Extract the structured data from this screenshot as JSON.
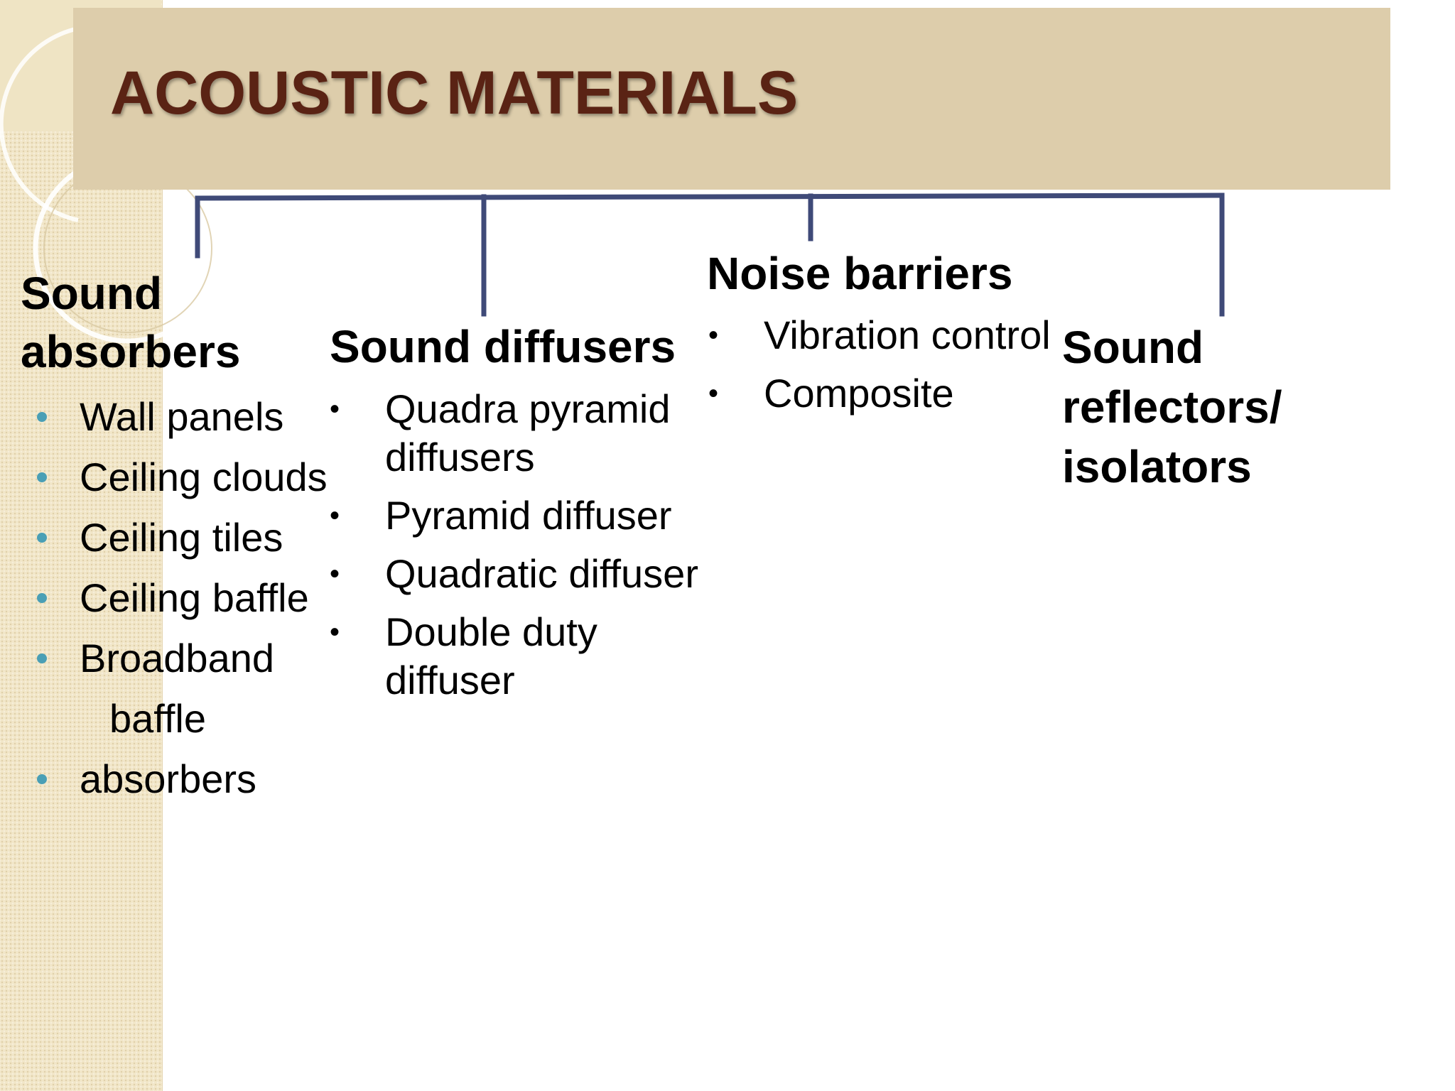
{
  "slide": {
    "title": "ACOUSTIC MATERIALS"
  },
  "colors": {
    "title_text": "#5a2314",
    "title_bar": "#ddcdab",
    "connector": "#3f4a78",
    "absorber_bullet": "#4a9fb5",
    "side_strip": "#f1e6c8"
  },
  "categories": {
    "absorbers": {
      "heading_line1": "Sound",
      "heading_line2": "absorbers",
      "items": [
        "Wall panels",
        "Ceiling clouds",
        "Ceiling tiles",
        "Ceiling baffle",
        "Broadband",
        "baffle",
        "absorbers"
      ]
    },
    "diffusers": {
      "heading": "Sound diffusers",
      "items": [
        {
          "line1": "Quadra pyramid",
          "line2": "diffusers"
        },
        {
          "line1": "Pyramid diffuser"
        },
        {
          "line1": "Quadratic diffuser"
        },
        {
          "line1": "Double duty",
          "line2": "diffuser"
        }
      ]
    },
    "noise_barriers": {
      "heading": "Noise barriers",
      "items": [
        "Vibration control",
        "Composite"
      ]
    },
    "reflectors": {
      "heading_line1": "Sound",
      "heading_line2": "reflectors/",
      "heading_line3": "isolators"
    }
  },
  "bullets": {
    "round_dot": "●",
    "black_dot": "•"
  }
}
